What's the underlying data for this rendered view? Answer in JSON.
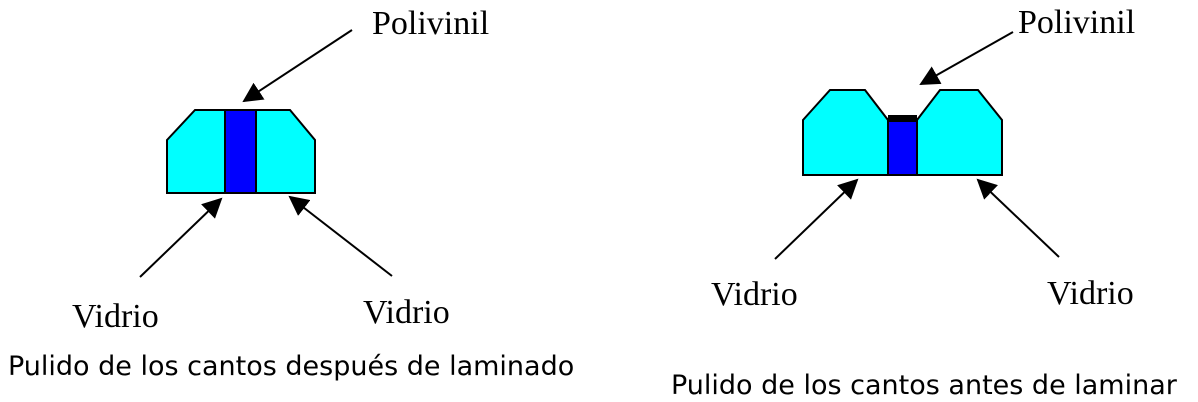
{
  "colors": {
    "glass": "#00FFFF",
    "polyvinyl": "#0000FF",
    "outline": "#000000",
    "background": "#FFFFFF"
  },
  "left_figure": {
    "polyvinyl_label": "Polivinil",
    "glass_left_label": "Vidrio",
    "glass_right_label": "Vidrio",
    "caption": "Pulido de los cantos después de laminado"
  },
  "right_figure": {
    "polyvinyl_label": "Polivinil",
    "glass_left_label": "Vidrio",
    "glass_right_label": "Vidrio",
    "caption": "Pulido de los cantos antes de laminar"
  }
}
